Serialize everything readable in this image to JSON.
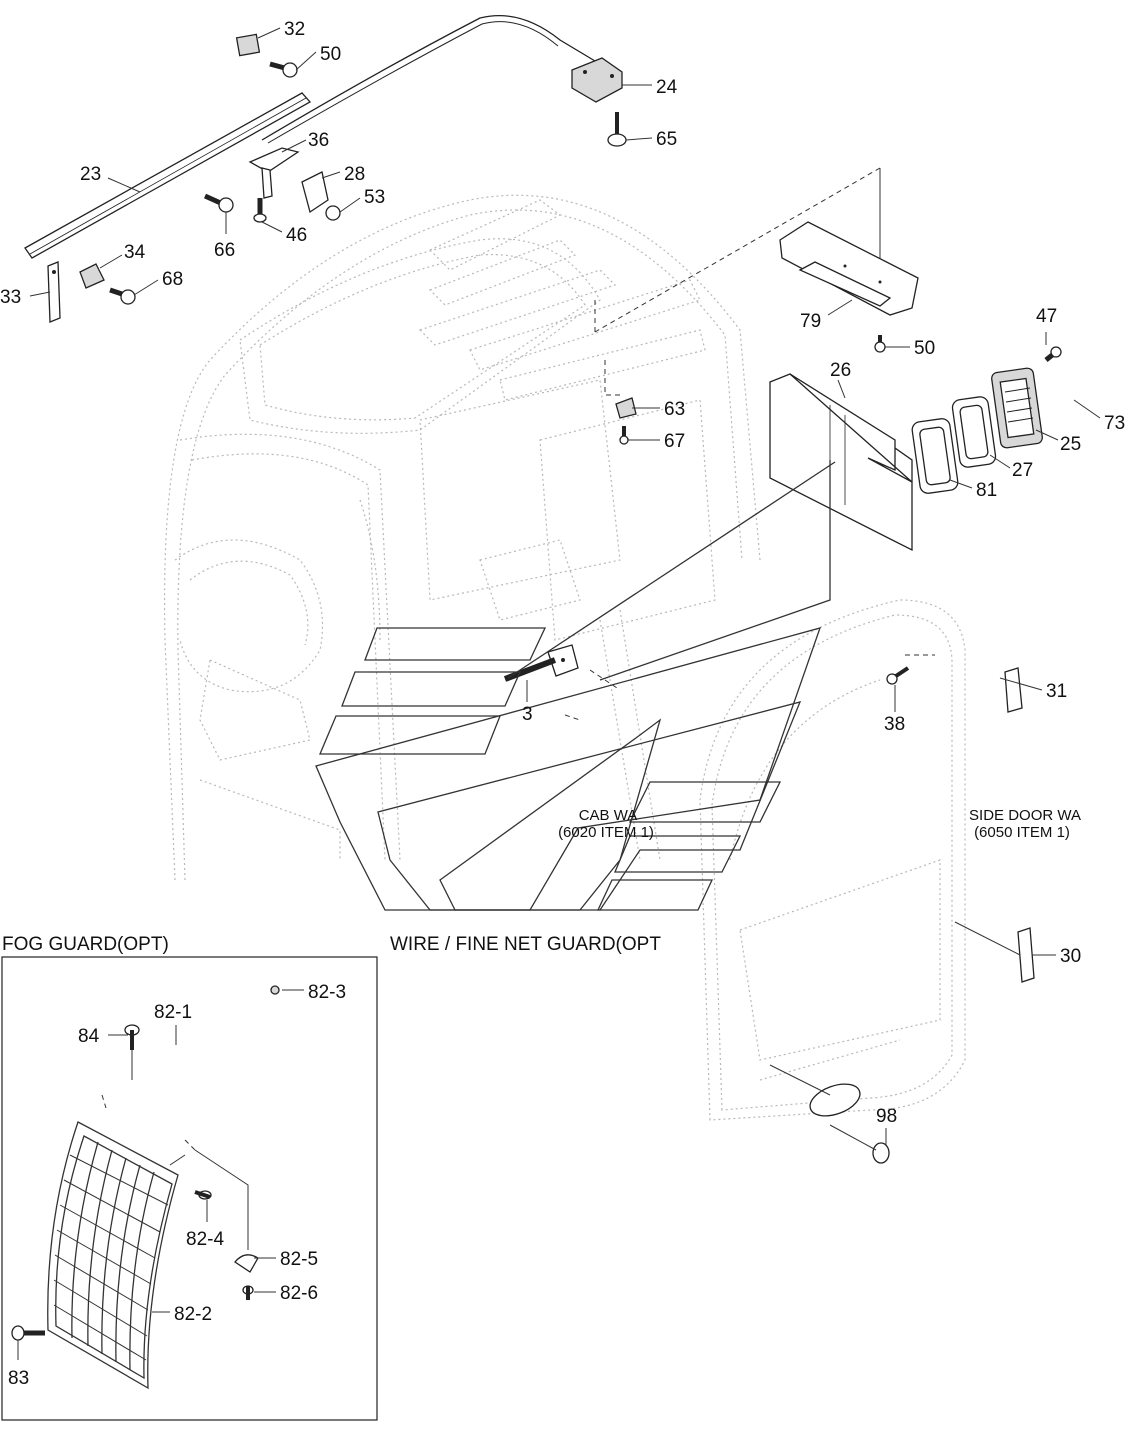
{
  "callouts": [
    {
      "id": "c32",
      "text": "32"
    },
    {
      "id": "c50a",
      "text": "50"
    },
    {
      "id": "c24",
      "text": "24"
    },
    {
      "id": "c65",
      "text": "65"
    },
    {
      "id": "c36",
      "text": "36"
    },
    {
      "id": "c23",
      "text": "23"
    },
    {
      "id": "c28",
      "text": "28"
    },
    {
      "id": "c53",
      "text": "53"
    },
    {
      "id": "c46",
      "text": "46"
    },
    {
      "id": "c66",
      "text": "66"
    },
    {
      "id": "c34",
      "text": "34"
    },
    {
      "id": "c68",
      "text": "68"
    },
    {
      "id": "c33",
      "text": "33"
    },
    {
      "id": "c79",
      "text": "79"
    },
    {
      "id": "c50b",
      "text": "50"
    },
    {
      "id": "c47",
      "text": "47"
    },
    {
      "id": "c26",
      "text": "26"
    },
    {
      "id": "c63",
      "text": "63"
    },
    {
      "id": "c67",
      "text": "67"
    },
    {
      "id": "c73",
      "text": "73"
    },
    {
      "id": "c25",
      "text": "25"
    },
    {
      "id": "c27",
      "text": "27"
    },
    {
      "id": "c81",
      "text": "81"
    },
    {
      "id": "c31",
      "text": "31"
    },
    {
      "id": "c38",
      "text": "38"
    },
    {
      "id": "c3",
      "text": "3"
    },
    {
      "id": "c30",
      "text": "30"
    },
    {
      "id": "c98",
      "text": "98"
    },
    {
      "id": "c82_3",
      "text": "82-3"
    },
    {
      "id": "c82_1",
      "text": "82-1"
    },
    {
      "id": "c84",
      "text": "84"
    },
    {
      "id": "c82_4",
      "text": "82-4"
    },
    {
      "id": "c82_5",
      "text": "82-5"
    },
    {
      "id": "c82_6",
      "text": "82-6"
    },
    {
      "id": "c82_2",
      "text": "82-2"
    },
    {
      "id": "c83",
      "text": "83"
    }
  ],
  "captions": {
    "cab_wa_line1": "CAB WA",
    "cab_wa_line2": "(6020 ITEM 1)",
    "side_door_line1": "SIDE DOOR WA",
    "side_door_line2": "(6050 ITEM 1)",
    "wire_guard": "WIRE / FINE NET GUARD(OPT",
    "fog_guard": "FOG GUARD(OPT)"
  }
}
